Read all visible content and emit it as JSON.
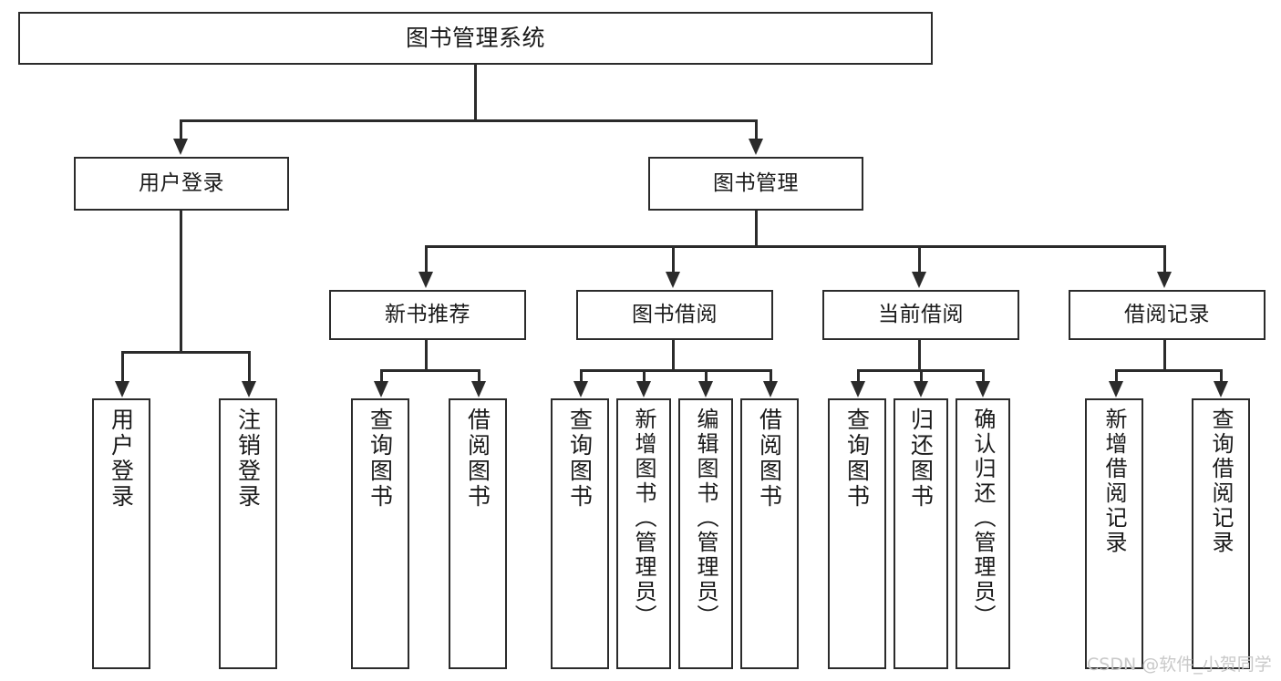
{
  "diagram": {
    "title": "图书管理系统",
    "type": "tree",
    "watermark": "CSDN @软件_小贺同学",
    "colors": {
      "stroke": "#2b2b2b",
      "fill": "#ffffff",
      "text": "#1a1a1a",
      "watermark": "#c9c9c9"
    },
    "root": {
      "label": "图书管理系统"
    },
    "level1": [
      {
        "label": "用户登录"
      },
      {
        "label": "图书管理"
      }
    ],
    "level2": [
      {
        "label": "新书推荐"
      },
      {
        "label": "图书借阅"
      },
      {
        "label": "当前借阅"
      },
      {
        "label": "借阅记录"
      }
    ],
    "leaves": {
      "user_login": [
        {
          "label": "用户登录"
        },
        {
          "label": "注销登录"
        }
      ],
      "new_book_recommend": [
        {
          "label": "查询图书"
        },
        {
          "label": "借阅图书"
        }
      ],
      "book_borrow": [
        {
          "label": "查询图书"
        },
        {
          "label": "新增图书（管理员）"
        },
        {
          "label": "编辑图书（管理员）"
        },
        {
          "label": "借阅图书"
        }
      ],
      "current_borrow": [
        {
          "label": "查询图书"
        },
        {
          "label": "归还图书"
        },
        {
          "label": "确认归还（管理员）"
        }
      ],
      "borrow_record": [
        {
          "label": "新增借阅记录"
        },
        {
          "label": "查询借阅记录"
        }
      ]
    }
  }
}
